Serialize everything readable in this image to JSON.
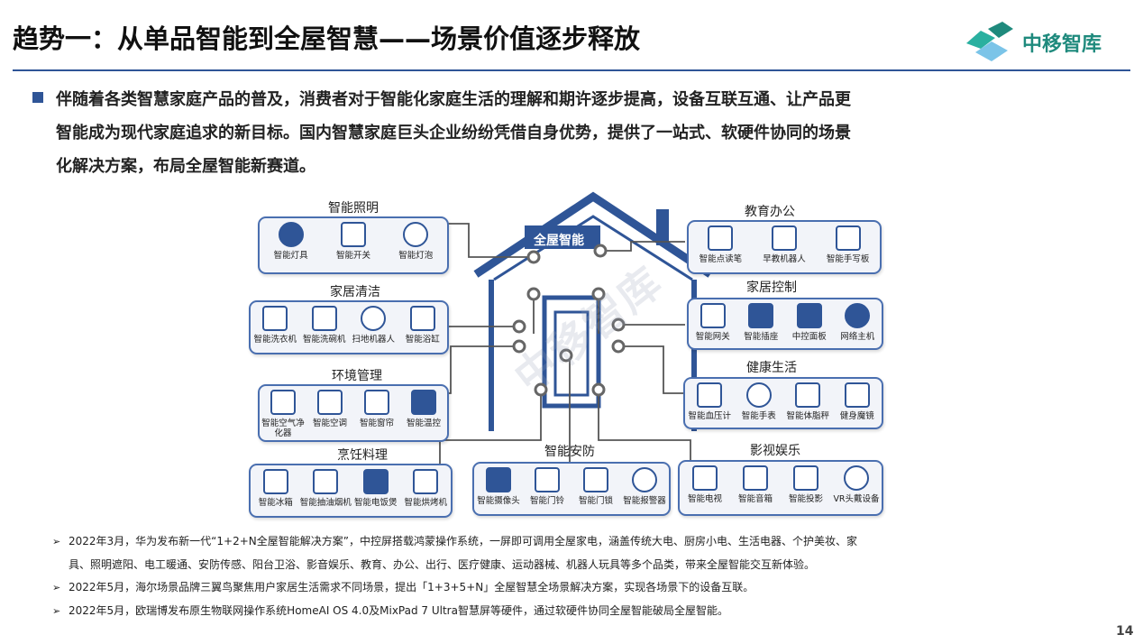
{
  "header": {
    "title": "趋势一：从单品智能到全屋智慧——场景价值逐步释放",
    "logo_text": "中移智库"
  },
  "intro": {
    "line1": "伴随着各类智慧家庭产品的普及，消费者对于智能化家庭生活的理解和期许逐步提高，设备互联互通、让产品更",
    "line2": "智能成为现代家庭追求的新目标。国内智慧家庭巨头企业纷纷凭借自身优势，提供了一站式、软硬件协同的场景",
    "line3": "化解决方案，布局全屋智能新赛道。"
  },
  "diagram": {
    "center_label": "全屋智能",
    "watermark": "中移智库",
    "groups": {
      "lighting": {
        "title": "智能照明",
        "items": [
          "智能灯具",
          "智能开关",
          "智能灯泡"
        ]
      },
      "cleaning": {
        "title": "家居清洁",
        "items": [
          "智能洗衣机",
          "智能洗碗机",
          "扫地机器人",
          "智能浴缸"
        ]
      },
      "environment": {
        "title": "环境管理",
        "items": [
          "智能空气净化器",
          "智能空调",
          "智能窗帘",
          "智能温控"
        ]
      },
      "cooking": {
        "title": "烹饪料理",
        "items": [
          "智能冰箱",
          "智能抽油烟机",
          "智能电饭煲",
          "智能烘烤机"
        ]
      },
      "security": {
        "title": "智能安防",
        "items": [
          "智能摄像头",
          "智能门铃",
          "智能门锁",
          "智能报警器"
        ]
      },
      "education": {
        "title": "教育办公",
        "items": [
          "智能点读笔",
          "早教机器人",
          "智能手写板"
        ]
      },
      "control": {
        "title": "家居控制",
        "items": [
          "智能网关",
          "智能插座",
          "中控面板",
          "网络主机"
        ]
      },
      "health": {
        "title": "健康生活",
        "items": [
          "智能血压计",
          "智能手表",
          "智能体脂秤",
          "健身魔镜"
        ]
      },
      "entertainment": {
        "title": "影视娱乐",
        "items": [
          "智能电视",
          "智能音箱",
          "智能投影",
          "VR头戴设备"
        ]
      }
    }
  },
  "notes": {
    "n1a": "2022年3月，华为发布新一代“1+2+N全屋智能解决方案”，中控屏搭载鸿蒙操作系统，一屏即可调用全屋家电，涵盖传统大电、厨房小电、生活电器、个护美妆、家",
    "n1b": "具、照明遮阳、电工暖通、安防传感、阳台卫浴、影音娱乐、教育、办公、出行、医疗健康、运动器械、机器人玩具等多个品类，带来全屋智能交互新体验。",
    "n2": "2022年5月，海尔场景品牌三翼鸟聚焦用户家居生活需求不同场景，提出「1+3+5+N」全屋智慧全场景解决方案，实现各场景下的设备互联。",
    "n3": "2022年5月，欧瑞博发布原生物联网操作系统HomeAI OS 4.0及MixPad 7 Ultra智慧屏等硬件，通过软硬件协同全屋智能破局全屋智能。"
  },
  "page_number": "14",
  "colors": {
    "accent": "#2f5597",
    "box_border": "#4a6fb0",
    "logo": "#1f8a7d"
  }
}
